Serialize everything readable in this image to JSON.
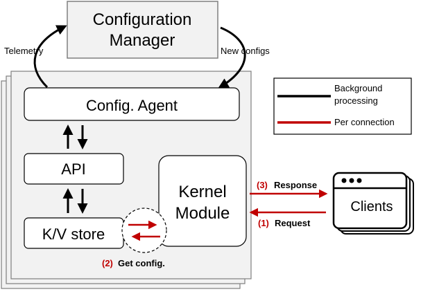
{
  "config_manager": {
    "line1": "Configuration",
    "line2": "Manager"
  },
  "config_agent": {
    "label": "Config. Agent"
  },
  "api": {
    "label": "API"
  },
  "kv_store": {
    "label": "K/V store"
  },
  "kernel_module": {
    "line1": "Kernel",
    "line2": "Module"
  },
  "clients": {
    "label": "Clients"
  },
  "edges": {
    "telemetry": "Telemetry",
    "new_configs": "New configs",
    "response_num": "(3)",
    "response_text": "Response",
    "request_num": "(1)",
    "request_text": "Request",
    "get_config_num": "(2)",
    "get_config_text": "Get config."
  },
  "legend": {
    "background_line1": "Background",
    "background_line2": "processing",
    "per_connection": "Per connection"
  },
  "colors": {
    "background_line": "#000000",
    "per_connection_line": "#c00000",
    "host_fill": "#f2f2f2",
    "manager_fill": "#f2f2f2"
  }
}
